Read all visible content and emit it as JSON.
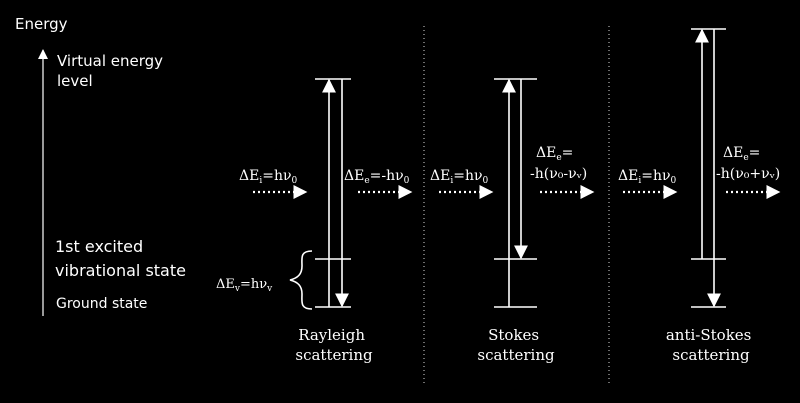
{
  "axis_title": "Energy",
  "levels": {
    "virtual": [
      "Virtual energy",
      "level"
    ],
    "excited": [
      "1st excited",
      "vibrational state"
    ],
    "ground": "Ground state"
  },
  "delta_ev": {
    "main": "ΔE",
    "sub": "v",
    "eq": "=hν",
    "sub2": "v"
  },
  "panels": [
    {
      "title": [
        "Rayleigh",
        "scattering"
      ],
      "incident": {
        "main": "ΔE",
        "sub": "i",
        "eq": "=hν",
        "sub2": "0"
      },
      "emitted_line1": {
        "main": "ΔE",
        "sub": "e",
        "eq": "=-hν",
        "sub2": "0"
      },
      "emitted_line2": ""
    },
    {
      "title": [
        "Stokes",
        "scattering"
      ],
      "incident": {
        "main": "ΔE",
        "sub": "i",
        "eq": "=hν",
        "sub2": "0"
      },
      "emitted_line1": {
        "main": "ΔE",
        "sub": "e",
        "eq": "=",
        "sub2": ""
      },
      "emitted_line2": "-h(ν₀-νᵥ)"
    },
    {
      "title": [
        "anti-Stokes",
        "scattering"
      ],
      "incident": {
        "main": "ΔE",
        "sub": "i",
        "eq": "=hν",
        "sub2": "0"
      },
      "emitted_line1": {
        "main": "ΔE",
        "sub": "e",
        "eq": "=",
        "sub2": ""
      },
      "emitted_line2": "-h(ν₀+νᵥ)"
    }
  ]
}
